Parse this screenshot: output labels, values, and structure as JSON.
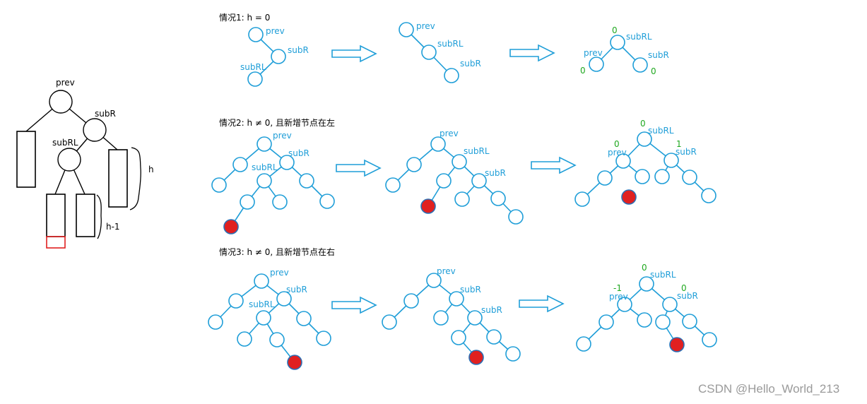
{
  "captions": {
    "case1": "情况1: h = 0",
    "case2": "情况2: h ≠ 0, 且新增节点在左",
    "case3": "情况3: h ≠ 0, 且新增节点在右"
  },
  "labels": {
    "prev": "prev",
    "subR": "subR",
    "subRL": "subRL",
    "h": "h",
    "h_minus_1": "h-1"
  },
  "balance_factors": {
    "zero": "0",
    "one": "1",
    "minus_one": "-1"
  },
  "watermark": "CSDN @Hello_World_213",
  "colors": {
    "node_stroke": "#1f9ed8",
    "arrow_stroke": "#1f9ed8",
    "label_blue": "#1f9ed8",
    "balance_green": "#1fa81f",
    "new_node_fill": "#e02020",
    "box_black": "#000000",
    "highlight_red": "#e02020"
  }
}
